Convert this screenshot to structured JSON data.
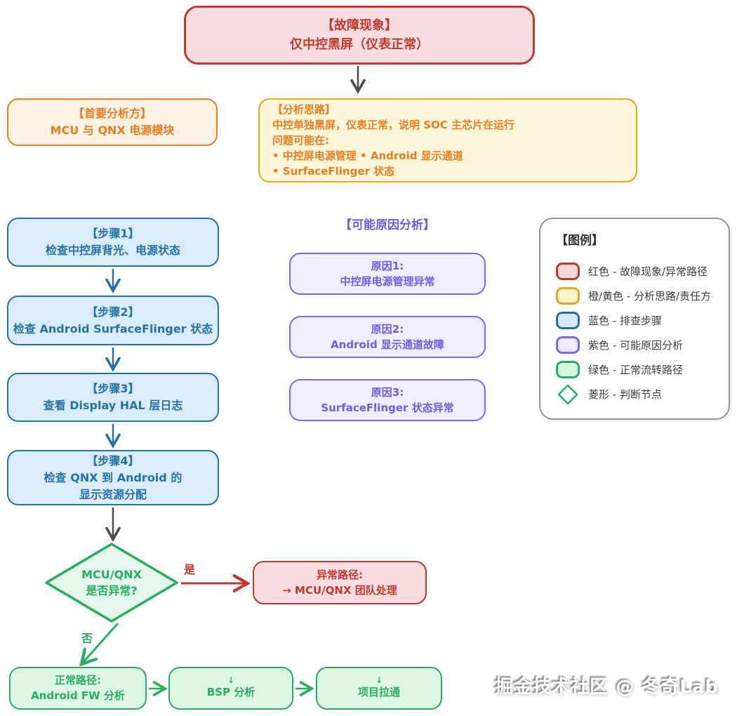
{
  "fault_box": {
    "line1": "【故障现象】",
    "line2": "仅中控黑屏（仪表正常）"
  },
  "primary_box": {
    "line1": "【首要分析方】",
    "line2": "MCU 与 QNX 电源模块"
  },
  "analysis_box": {
    "lines": [
      "【分析思路】",
      "中控单独黑屏，仪表正常，说明 SOC 主芯片在运行",
      "问题可能在:",
      "• 中控屏电源管理 • Android 显示通道",
      "• SurfaceFlinger 状态"
    ]
  },
  "steps": [
    {
      "line1": "【步骤1】",
      "line2": "检查中控屏背光、电源状态"
    },
    {
      "line1": "【步骤2】",
      "line2": "检查 Android SurfaceFlinger 状态"
    },
    {
      "line1": "【步骤3】",
      "line2": "查看 Display HAL 层日志"
    },
    {
      "line1": "【步骤4】",
      "line2": "检查 QNX 到 Android 的",
      "line3": "显示资源分配"
    }
  ],
  "causes_header": "【可能原因分析】",
  "causes": [
    {
      "line1": "原因1:",
      "line2": "中控屏电源管理异常"
    },
    {
      "line1": "原因2:",
      "line2": "Android 显示通道故障"
    },
    {
      "line1": "原因3:",
      "line2": "SurfaceFlinger 状态异常"
    }
  ],
  "decision": {
    "line1": "MCU/QNX",
    "line2": "是否异常?"
  },
  "edge_labels": {
    "yes": "是",
    "no": "否"
  },
  "abnormal_box": {
    "line1": "异常路径:",
    "line2": "→ MCU/QNX 团队处理"
  },
  "normal_boxes": [
    {
      "line1": "正常路径:",
      "line2": "Android FW 分析"
    },
    {
      "line1": "↓",
      "line2": "BSP 分析"
    },
    {
      "line1": "↓",
      "line2": "项目拉通"
    }
  ],
  "legend": {
    "title": "【图例】",
    "items": [
      {
        "swatch": "red",
        "label": "红色 - 故障现象/异常路径"
      },
      {
        "swatch": "yellow",
        "label": "橙/黄色 - 分析思路/责任方"
      },
      {
        "swatch": "blue",
        "label": "蓝色 - 排查步骤"
      },
      {
        "swatch": "purple",
        "label": "紫色 - 可能原因分析"
      },
      {
        "swatch": "green",
        "label": "绿色 - 正常流转路径"
      },
      {
        "swatch": "diamond",
        "label": "菱形 - 判断节点"
      }
    ]
  },
  "watermark": "掘金技术社区 @ 冬奇Lab",
  "colors": {
    "red_border": "#c0392b",
    "red_fill": "#fadde0",
    "orange_border": "#e67e22",
    "orange_fill": "#fdf1e1",
    "yellow_border": "#e6a817",
    "yellow_fill": "#fcf4d6",
    "blue_border": "#2471a3",
    "blue_fill": "#daecfa",
    "purple_border": "#7b68ee",
    "purple_fill": "#f1edfd",
    "green_border": "#27ae60",
    "green_fill": "#def6e4",
    "arrow_gray": "#4a4a4a"
  }
}
